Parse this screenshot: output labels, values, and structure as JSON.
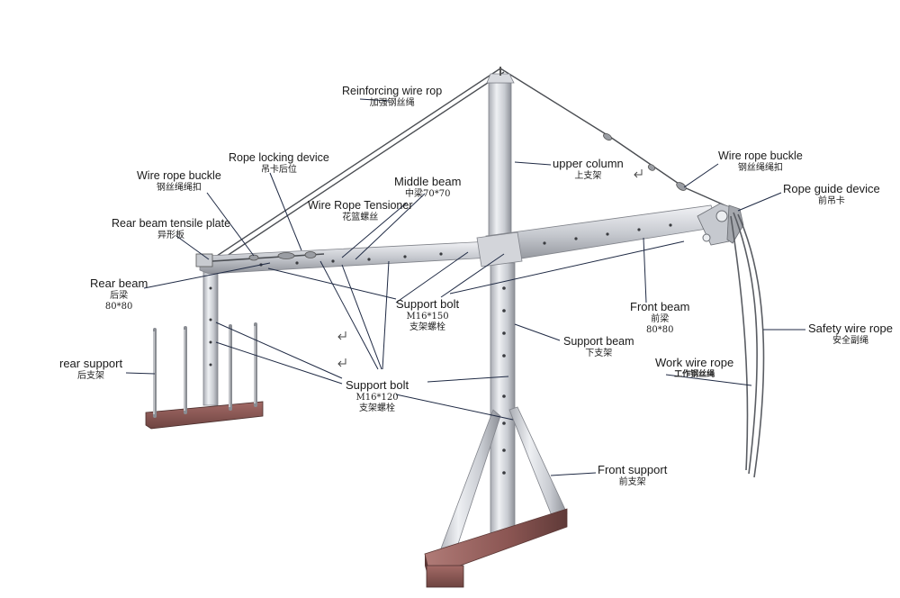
{
  "labels": {
    "reinforcing_wire_rope": {
      "en": "Reinforcing wire rop",
      "zh": "加强钢丝绳"
    },
    "rope_locking_device": {
      "en": "Rope locking device",
      "zh": "吊卡后位"
    },
    "wire_rope_buckle_left": {
      "en": "Wire rope buckle",
      "zh": "钢丝绳绳扣"
    },
    "rear_beam_tensile_plate": {
      "en": "Rear beam tensile plate",
      "zh": "异形板"
    },
    "wire_rope_tensioner": {
      "en": "Wire Rope Tensioner",
      "zh": "花篮螺丝"
    },
    "middle_beam": {
      "en": "Middle beam",
      "zh": "中梁70*70"
    },
    "upper_column": {
      "en": "upper column",
      "zh": "上支架"
    },
    "wire_rope_buckle_right": {
      "en": "Wire rope buckle",
      "zh": "钢丝绳绳扣"
    },
    "rope_guide_device": {
      "en": "Rope guide device",
      "zh": "前吊卡"
    },
    "rear_beam": {
      "en": "Rear beam",
      "zh1": "后梁",
      "zh2": "80*80"
    },
    "support_bolt_upper": {
      "en": "Support bolt",
      "zh1": "M16*150",
      "zh2": "支架螺栓"
    },
    "front_beam": {
      "en": "Front beam",
      "zh1": "前梁",
      "zh2": "80*80"
    },
    "support_beam": {
      "en": "Support beam",
      "zh": "下支架"
    },
    "safety_wire_rope": {
      "en": "Safety wire rope",
      "zh": "安全副绳"
    },
    "rear_support": {
      "en": "rear support",
      "zh": "后支架"
    },
    "work_wire_rope": {
      "en": "Work wire rope",
      "zh": "工作钢丝绳"
    },
    "support_bolt_lower": {
      "en": "Support bolt",
      "zh1": "M16*120",
      "zh2": "支架螺栓"
    },
    "front_support": {
      "en": "Front support",
      "zh": "前支架"
    }
  },
  "colors": {
    "steel_light": "#e4e6ea",
    "steel_mid": "#b9bcc2",
    "steel_dark": "#8d9097",
    "base_red": "#8a5552",
    "rope": "#4a4d52",
    "leader": "#1f2a44"
  }
}
